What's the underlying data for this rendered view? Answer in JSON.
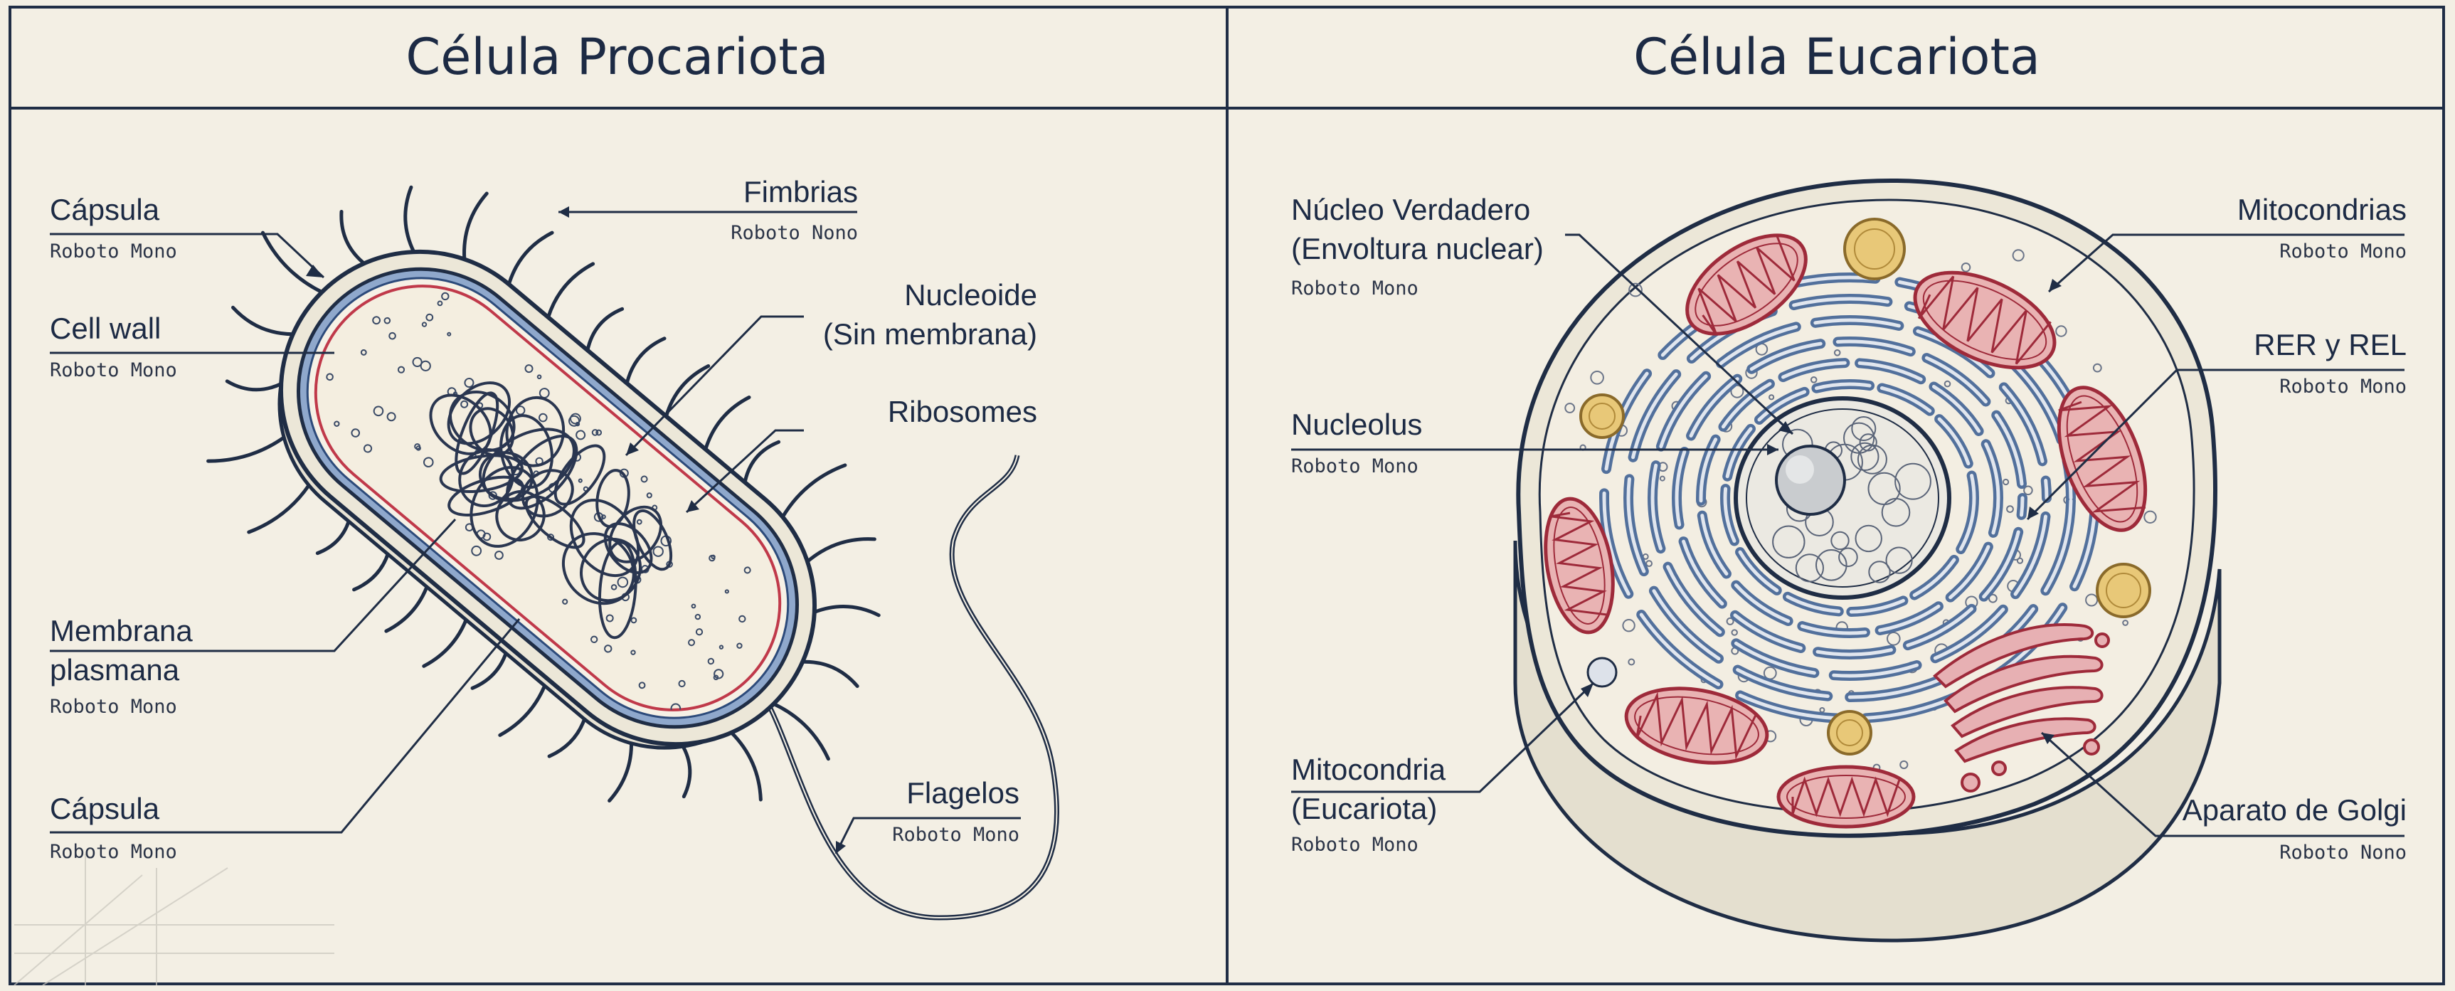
{
  "panels": {
    "left_title": "Célula Procariota",
    "right_title": "Célula Eucariota"
  },
  "labels": {
    "capsula_top": {
      "title": "Cápsula",
      "font": "Roboto Mono"
    },
    "cell_wall": {
      "title": "Cell wall",
      "font": "Roboto Mono"
    },
    "membrana_line1": "Membrana",
    "membrana_line2": "plasmana",
    "membrana_font": "Roboto Mono",
    "capsula_bottom": {
      "title": "Cápsula",
      "font": "Roboto Mono"
    },
    "fimbrias": {
      "title": "Fimbrias",
      "font": "Roboto Nono"
    },
    "nucleoide_line1": "Nucleoide",
    "nucleoide_line2": "(Sin membrana)",
    "ribosomes": "Ribosomes",
    "flagelos": {
      "title": "Flagelos",
      "font": "Roboto Mono"
    },
    "nucleo_line1": "Núcleo Verdadero",
    "nucleo_line2": "(Envoltura nuclear)",
    "nucleo_font": "Roboto Mono",
    "nucleolus": {
      "title": "Nucleolus",
      "font": "Roboto Mono"
    },
    "mito_euk_line1": "Mitocondria",
    "mito_euk_line2": "(Eucariota)",
    "mito_euk_font": "Roboto Mono",
    "mitocondrias": {
      "title": "Mitocondrias",
      "font": "Roboto Mono"
    },
    "rer": {
      "title": "RER y REL",
      "font": "Roboto Mono"
    },
    "golgi": {
      "title": "Aparato de Golgi",
      "font": "Roboto Nono"
    }
  },
  "colors": {
    "background": "#f3efe4",
    "ink": "#1f2d45",
    "membrane_blue": "#6f8fbf",
    "membrane_red": "#c0394a",
    "mito_fill": "#e9b3b3",
    "vesicle_gold": "#e8c878",
    "nucleus_fill": "#e5e6e6"
  }
}
